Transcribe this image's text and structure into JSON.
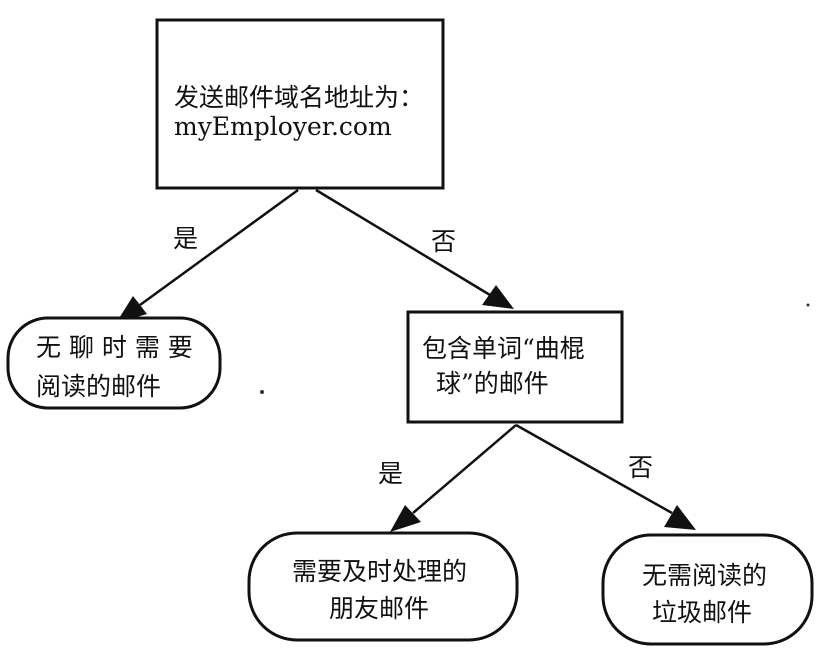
{
  "diagram": {
    "root": {
      "line1": "发送邮件域名地址为：",
      "line2": "myEmployer.com"
    },
    "left_leaf": {
      "line1": "无 聊 时 需 要",
      "line2": "阅读的邮件"
    },
    "middle": {
      "line1": "包含单词“曲棍",
      "line2": "球”的邮件"
    },
    "bottom_left_leaf": {
      "line1": "需要及时处理的",
      "line2": "朋友邮件"
    },
    "bottom_right_leaf": {
      "line1": "无需阅读的",
      "line2": "垃圾邮件"
    },
    "edges": {
      "root_yes": "是",
      "root_no": "否",
      "middle_yes": "是",
      "middle_no": "否"
    }
  }
}
